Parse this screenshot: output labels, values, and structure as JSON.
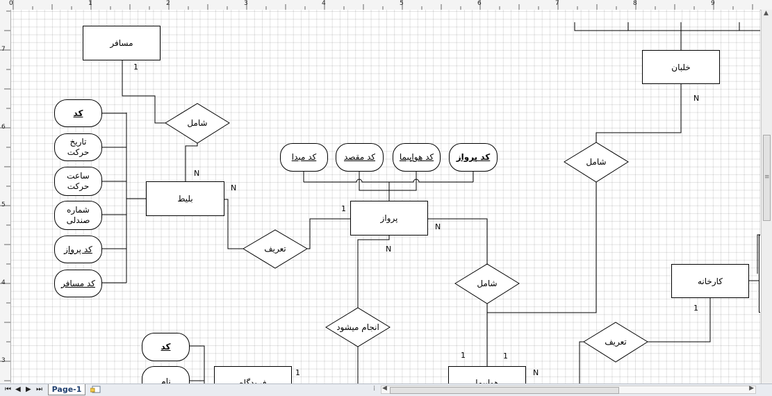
{
  "ruler": {
    "top_labels": [
      "0",
      "1",
      "2",
      "3",
      "4",
      "5",
      "6",
      "7",
      "8",
      "9"
    ],
    "left_labels": [
      "7",
      "6",
      "5",
      "4",
      "3"
    ]
  },
  "diagram": {
    "entities": {
      "passenger": "مسافر",
      "ticket": "بلیط",
      "flight": "پرواز",
      "pilot": "خلبان",
      "factory": "کارخانه",
      "airport": "فرودگاه",
      "airplane": "هواپیما"
    },
    "relationships": {
      "includes_passenger": "شامل",
      "defines_ticket": "تعریف",
      "includes_flight": "شامل",
      "includes_pilot": "شامل",
      "performed": "انجام میشود",
      "defines_factory": "تعریف"
    },
    "ticket_attributes": {
      "code": "کد",
      "departure_date": "تاریخ حرکت",
      "departure_time": "ساعت حرکت",
      "seat_number": "شماره صندلی",
      "flight_code": "کد پرواز",
      "passenger_code": "کد مسافر"
    },
    "flight_attributes": {
      "origin_code": "کد مبدا",
      "destination_code": "کد مقصد",
      "airplane_code": "کد هواپیما",
      "flight_code": "کد پرواز"
    },
    "airport_attributes": {
      "code": "کد",
      "name": "نام"
    },
    "cardinalities": {
      "passenger_1": "1",
      "ticket_n_top": "N",
      "ticket_n_right": "N",
      "flight_1": "1",
      "flight_n_right": "N",
      "flight_n_bottom": "N",
      "pilot_n": "N",
      "factory_1": "1",
      "airport_1": "1",
      "airplane_1_left": "1",
      "airplane_1_right": "1",
      "airplane_n": "N"
    }
  },
  "statusbar": {
    "page_tab": "Page-1"
  }
}
